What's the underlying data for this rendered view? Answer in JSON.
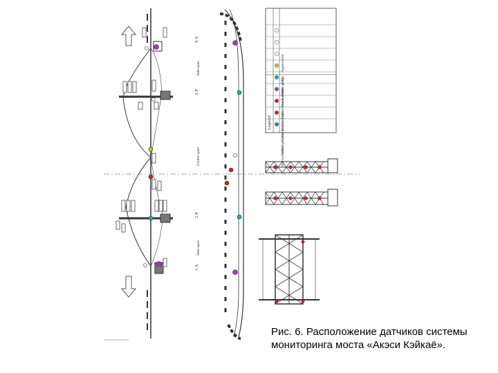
{
  "caption": {
    "line1": "Рис. 6. Расположение датчиков системы",
    "line2": "мониторинга моста «Акэси Кэйкаё»."
  },
  "section_labels": [
    "4 A",
    "3 P",
    "2 P",
    "1 A"
  ],
  "span_labels": [
    "Side-span",
    "Center-span",
    "Side-span"
  ],
  "legend": {
    "title": "Legend",
    "rows": [
      {
        "label": "Anemometer",
        "color": "#2a8a8a"
      },
      {
        "label": "Velocity meter",
        "color": "#cc2222"
      },
      {
        "label": "Accelerometer",
        "color": "#cc2222"
      },
      {
        "label": "Seismometer",
        "color": "#9b3fb5"
      },
      {
        "label": "Displacement meter",
        "color": "#2aa8a8"
      },
      {
        "label": "Thermometer",
        "color": "#c8c820"
      },
      {
        "label": "Strain gauge",
        "color": "#ffffff"
      },
      {
        "label": "GPS",
        "color": "#ffffff"
      },
      {
        "label": "Hygrometer",
        "color": "#ffffff"
      }
    ]
  },
  "colors": {
    "line": "#333333",
    "red": "#cc2222",
    "purple": "#9b3fb5",
    "teal": "#2aa8a8",
    "yellow": "#c8c820"
  }
}
